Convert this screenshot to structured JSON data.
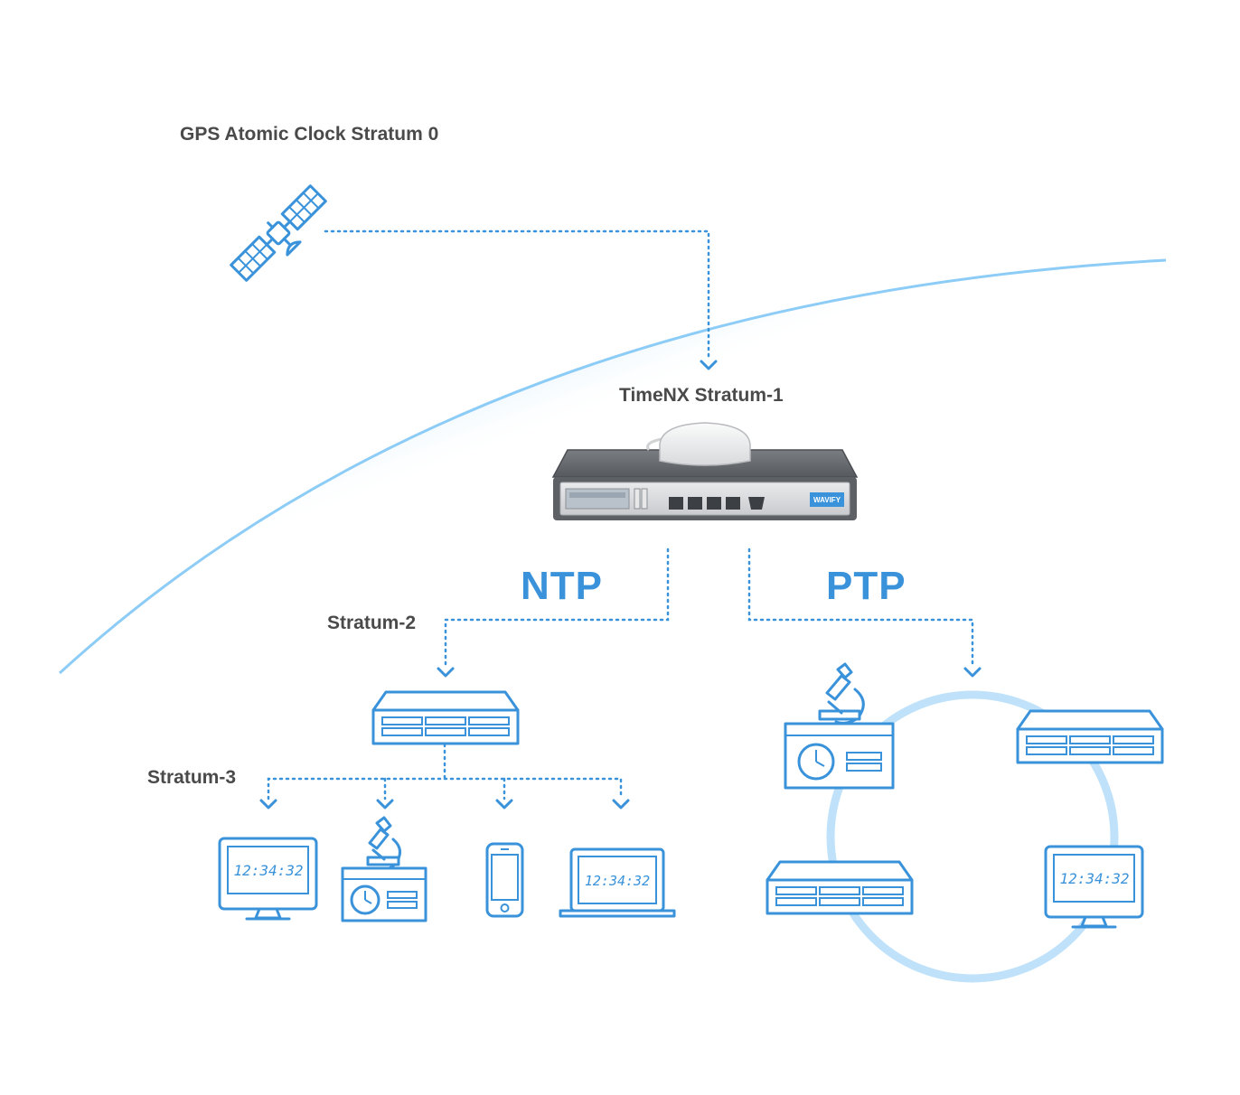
{
  "labels": {
    "gps": "GPS Atomic Clock Stratum 0",
    "stratum1": "TimeNX Stratum-1",
    "stratum2": "Stratum-2",
    "stratum3": "Stratum-3",
    "ntp": "NTP",
    "ptp": "PTP"
  },
  "device": {
    "brand": "WAVIFY",
    "clock_time": "12:34:32"
  },
  "colors": {
    "accent": "#3a93da",
    "text": "#4a4a4a",
    "ring": "#bfe2fa",
    "sky": "#7fc6f5"
  },
  "icons": {
    "satellite": "satellite-icon",
    "server": "timenx-server-icon",
    "switch": "network-switch-icon",
    "monitor": "monitor-icon",
    "lab": "lab-instrument-icon",
    "phone": "smartphone-icon",
    "laptop": "laptop-icon"
  }
}
